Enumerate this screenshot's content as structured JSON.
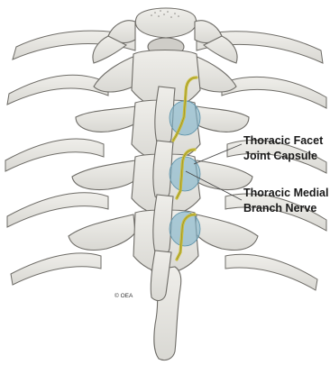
{
  "labels": {
    "facet_line1": "Thoracic Facet",
    "facet_line2": "Joint Capsule",
    "nerve_line1": "Thoracic Medial",
    "nerve_line2": "Branch Nerve"
  },
  "copyright": "© OEA",
  "colors": {
    "bone_fill": "#e4e3df",
    "bone_stroke": "#6e6c67",
    "capsule_fill": "#7fb3c9",
    "nerve": "#c9bd3a",
    "leader": "#4a4a4a"
  }
}
